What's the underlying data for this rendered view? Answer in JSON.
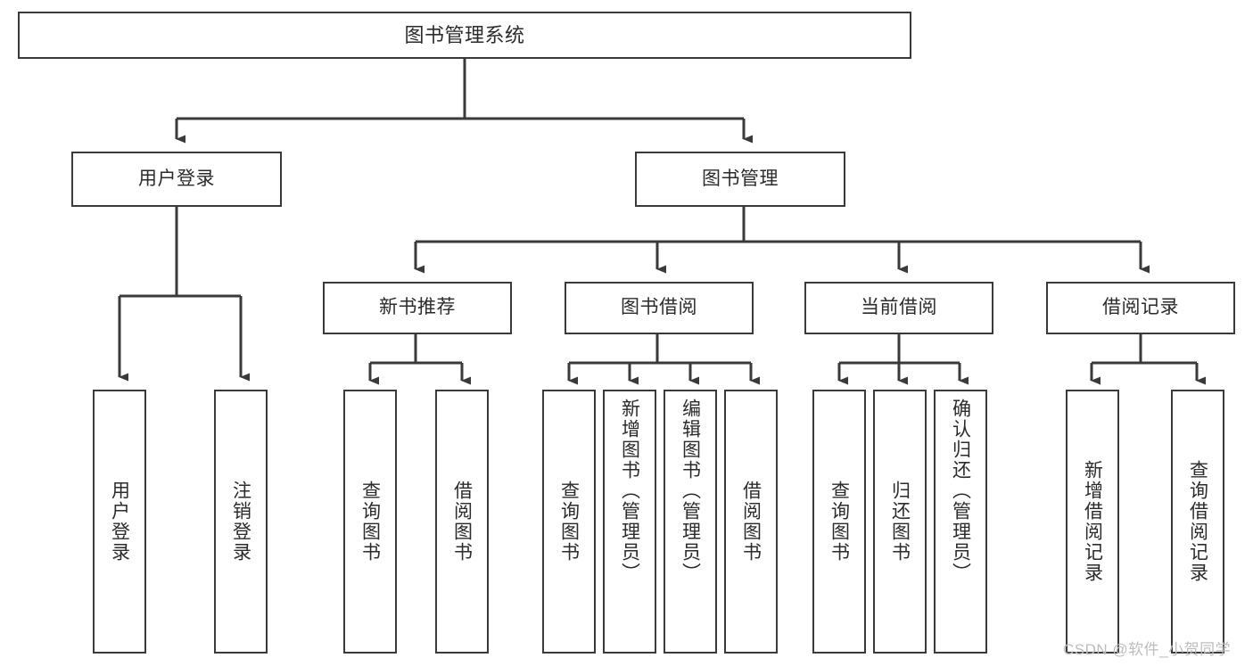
{
  "diagram": {
    "type": "tree",
    "title": "图书管理系统",
    "colors": {
      "box_border": "#3a3a3a",
      "box_fill": "#ffffff",
      "edge": "#3a3a3a",
      "text": "#2b2b2b",
      "watermark": "#bdbdbd",
      "background": "#ffffff"
    },
    "levels": {
      "root": {
        "label": "图书管理系统"
      },
      "level2": [
        {
          "label": "用户登录"
        },
        {
          "label": "图书管理"
        }
      ],
      "level3": [
        {
          "label": "新书推荐"
        },
        {
          "label": "图书借阅"
        },
        {
          "label": "当前借阅"
        },
        {
          "label": "借阅记录"
        }
      ],
      "leaves": {
        "user_login": [
          {
            "label": "用户登录"
          },
          {
            "label": "注销登录"
          }
        ],
        "new_book_recommend": [
          {
            "label": "查询图书"
          },
          {
            "label": "借阅图书"
          }
        ],
        "book_borrow": [
          {
            "label": "查询图书"
          },
          {
            "label": "新增图书（管理员）"
          },
          {
            "label": "编辑图书（管理员）"
          },
          {
            "label": "借阅图书"
          }
        ],
        "current_borrow": [
          {
            "label": "查询图书"
          },
          {
            "label": "归还图书"
          },
          {
            "label": "确认归还（管理员）"
          }
        ],
        "borrow_record": [
          {
            "label": "新增借阅记录"
          },
          {
            "label": "查询借阅记录"
          }
        ]
      }
    },
    "watermark": "CSDN @软件_小贺同学"
  }
}
